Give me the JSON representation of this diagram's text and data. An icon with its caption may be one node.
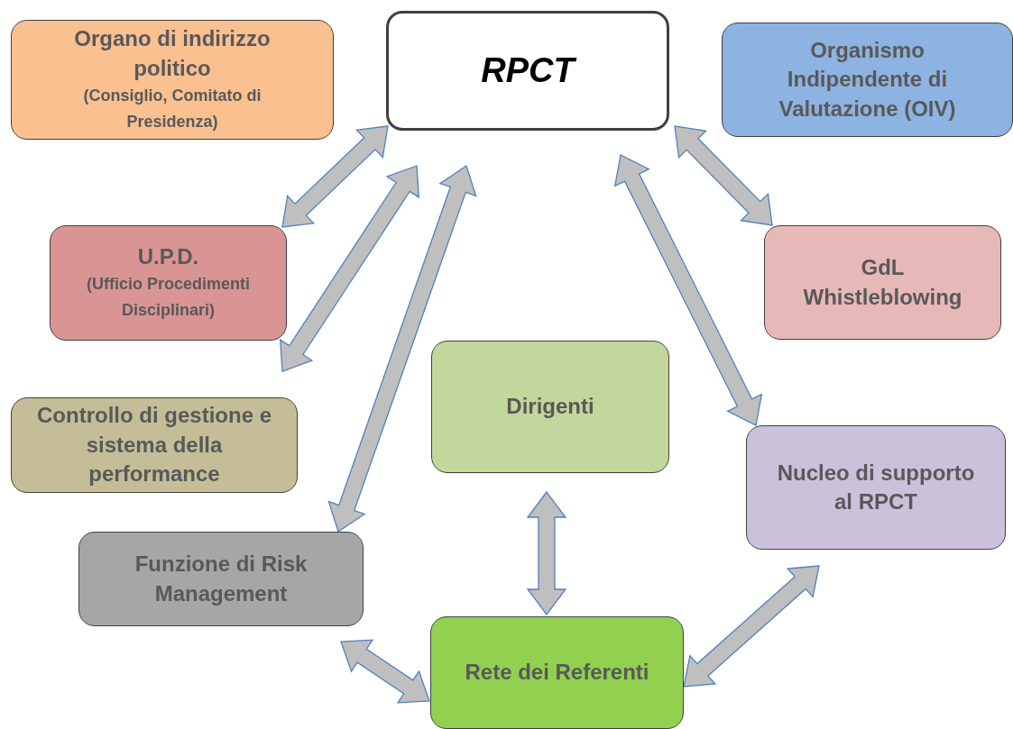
{
  "diagram": {
    "nodes": [
      {
        "text": [
          "RPCT"
        ]
      },
      {
        "text": [
          "Organo di indirizzo politico",
          "(Consiglio, Comitato di Presidenza)"
        ]
      },
      {
        "text": [
          "Organismo Indipendente di Valutazione (OIV)"
        ]
      },
      {
        "text": [
          "U.P.D.",
          "(Ufficio Procedimenti Disciplinari)"
        ]
      },
      {
        "text": [
          "GdL Whistleblowing"
        ]
      },
      {
        "text": [
          "Dirigenti"
        ]
      },
      {
        "text": [
          "Controllo di gestione e sistema della performance"
        ]
      },
      {
        "text": [
          "Nucleo di supporto al RPCT"
        ]
      },
      {
        "text": [
          "Funzione di Risk Management"
        ]
      },
      {
        "text": [
          "Rete dei Referenti"
        ]
      }
    ],
    "edges": [
      {
        "from": 0,
        "to": 3,
        "arrow": "both"
      },
      {
        "from": 0,
        "to": 6,
        "arrow": "both"
      },
      {
        "from": 0,
        "to": 8,
        "arrow": "both"
      },
      {
        "from": 0,
        "to": 7,
        "arrow": "both"
      },
      {
        "from": 0,
        "to": 4,
        "arrow": "both"
      },
      {
        "from": 5,
        "to": 9,
        "arrow": "both"
      },
      {
        "from": 8,
        "to": 9,
        "arrow": "both"
      },
      {
        "from": 7,
        "to": 9,
        "arrow": "both"
      }
    ]
  }
}
